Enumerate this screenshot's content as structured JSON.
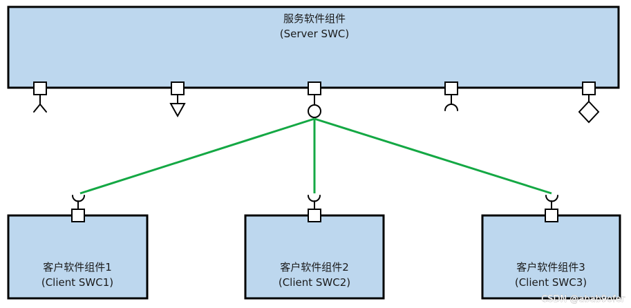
{
  "server": {
    "title": "服务软件组件",
    "subtitle": "(Server SWC)"
  },
  "server_ports": [
    {
      "symbol": "sender-receiver-required-icon"
    },
    {
      "symbol": "mode-switch-required-icon"
    },
    {
      "symbol": "client-server-provided-icon"
    },
    {
      "symbol": "client-server-required-icon"
    },
    {
      "symbol": "parameter-provided-icon"
    }
  ],
  "clients": [
    {
      "title": "客户软件组件1",
      "subtitle": "(Client SWC1)"
    },
    {
      "title": "客户软件组件2",
      "subtitle": "(Client SWC2)"
    },
    {
      "title": "客户软件组件3",
      "subtitle": "(Client SWC3)"
    }
  ],
  "colors": {
    "component_fill": "#bdd7ee",
    "connector": "#14a844"
  },
  "watermark": "CSDN @abab9ofer"
}
